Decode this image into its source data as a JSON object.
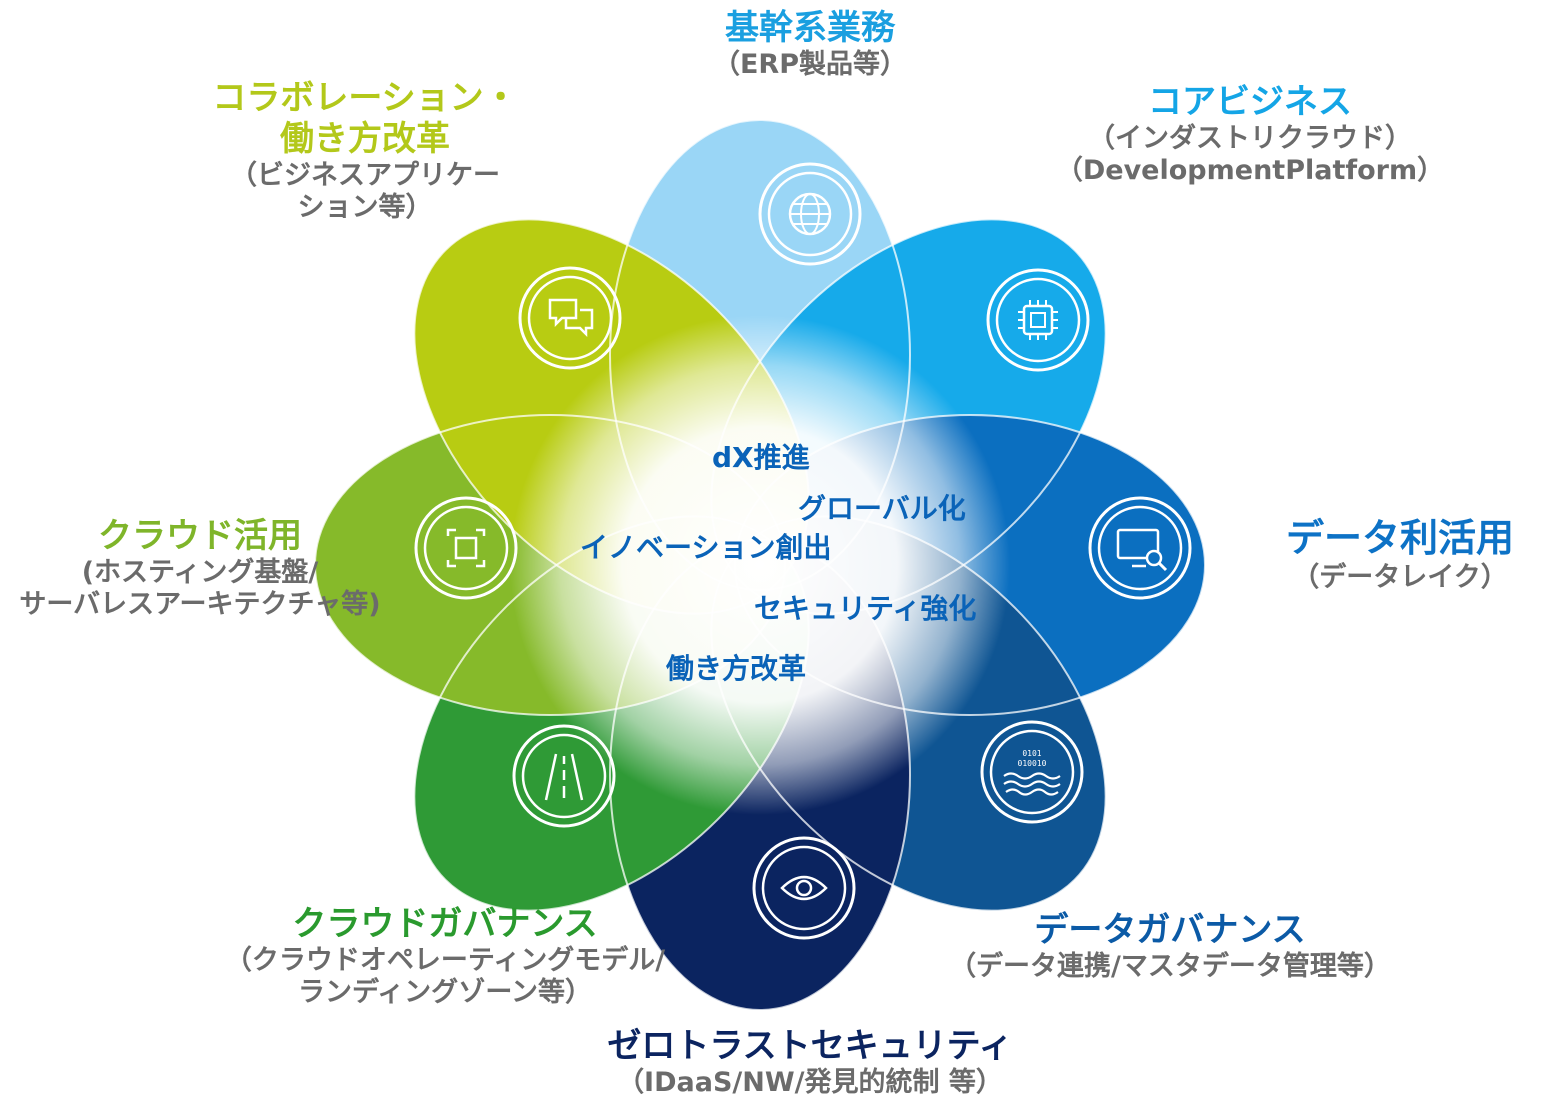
{
  "colors": {
    "top": "#9ad6f6",
    "top_right": "#16aaea",
    "right": "#0b6fc0",
    "bottom_right": "#0f5593",
    "bottom": "#0b2460",
    "bottom_left": "#2f9a36",
    "left": "#86ba2a",
    "top_left": "#b8cc12",
    "center_text": "#0a63b8"
  },
  "petals": [
    {
      "id": "top",
      "title": "基幹系業務",
      "sub": [
        "（ERP製品等）"
      ],
      "icon": "globe-icon",
      "title_color": "#1a9fe0"
    },
    {
      "id": "top_right",
      "title": "コアビジネス",
      "sub": [
        "（インダストリクラウド）",
        "（DevelopmentPlatform）"
      ],
      "icon": "chip-icon",
      "title_color": "#14a5e6"
    },
    {
      "id": "right",
      "title": "データ利活用",
      "sub": [
        "（データレイク）"
      ],
      "icon": "monitor-search-icon",
      "title_color": "#0d72c6"
    },
    {
      "id": "bottom_right",
      "title": "データガバナンス",
      "sub": [
        "（データ連携/マスタデータ管理等）"
      ],
      "icon": "data-lake-icon",
      "title_color": "#0b5aa6"
    },
    {
      "id": "bottom",
      "title": "ゼロトラストセキュリティ",
      "sub": [
        "（IDaaS/NW/発見的統制 等）"
      ],
      "icon": "eye-icon",
      "title_color": "#0b2460"
    },
    {
      "id": "bottom_left",
      "title": "クラウドガバナンス",
      "sub": [
        "（クラウドオペレーティングモデル/",
        "ランディングゾーン等）"
      ],
      "icon": "road-icon",
      "title_color": "#2a9a2e"
    },
    {
      "id": "left",
      "title": "クラウド活用",
      "sub": [
        "(ホスティング基盤/",
        "サーバレスアーキテクチャ等)"
      ],
      "icon": "scan-frame-icon",
      "title_color": "#7fb52a"
    },
    {
      "id": "top_left",
      "title": "コラボレーション・\n働き方改革",
      "sub": [
        "（ビジネスアプリケー",
        "ション等）"
      ],
      "icon": "chat-icon",
      "title_color": "#b3c81a"
    }
  ],
  "center": {
    "dx": "dX推進",
    "global": "グローバル化",
    "innovation": "イノベーション創出",
    "security": "セキュリティ強化",
    "workstyle": "働き方改革"
  },
  "data_icon_text": [
    "0101",
    "010010"
  ]
}
